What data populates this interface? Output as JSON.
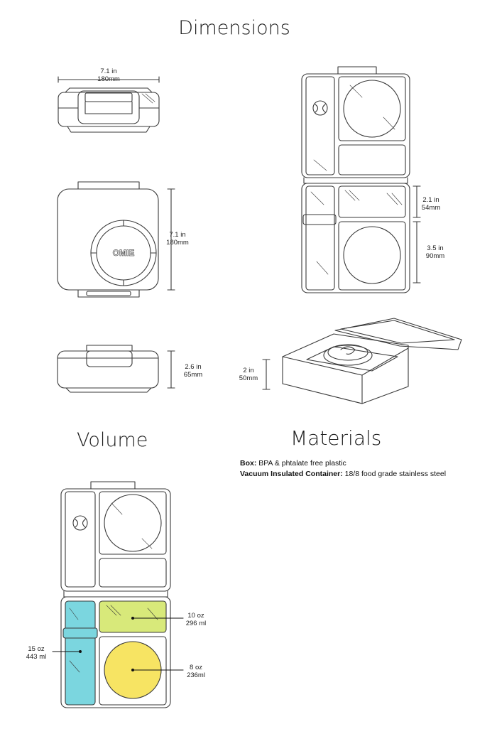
{
  "headings": {
    "dimensions": "Dimensions",
    "volume": "Volume",
    "materials": "Materials"
  },
  "dimension_labels": {
    "front_width": {
      "imperial": "7.1 in",
      "metric": "180mm"
    },
    "top_depth": {
      "imperial": "7.1 in",
      "metric": "180mm"
    },
    "side_height": {
      "imperial": "2.6 in",
      "metric": "65mm"
    },
    "compartment_upper": {
      "imperial": "2.1 in",
      "metric": "54mm"
    },
    "compartment_lower": {
      "imperial": "3.5 in",
      "metric": "90mm"
    },
    "angled_depth": {
      "imperial": "2 in",
      "metric": "50mm"
    }
  },
  "logo_text": "OMIE",
  "materials": [
    {
      "label": "Box:",
      "value": "BPA & phtalate free plastic"
    },
    {
      "label": "Vacuum Insulated Container:",
      "value": "18/8 food grade stainless steel"
    }
  ],
  "volume_labels": {
    "top_right": {
      "oz": "10 oz",
      "ml": "296 ml"
    },
    "left": {
      "oz": "15 oz",
      "ml": "443 ml"
    },
    "round": {
      "oz": "8 oz",
      "ml": "236ml"
    }
  },
  "colors": {
    "outline": "#3a3a3a",
    "left_compartment": "#7bd6df",
    "top_right_compartment": "#d8e97a",
    "round_container": "#f7e463"
  }
}
